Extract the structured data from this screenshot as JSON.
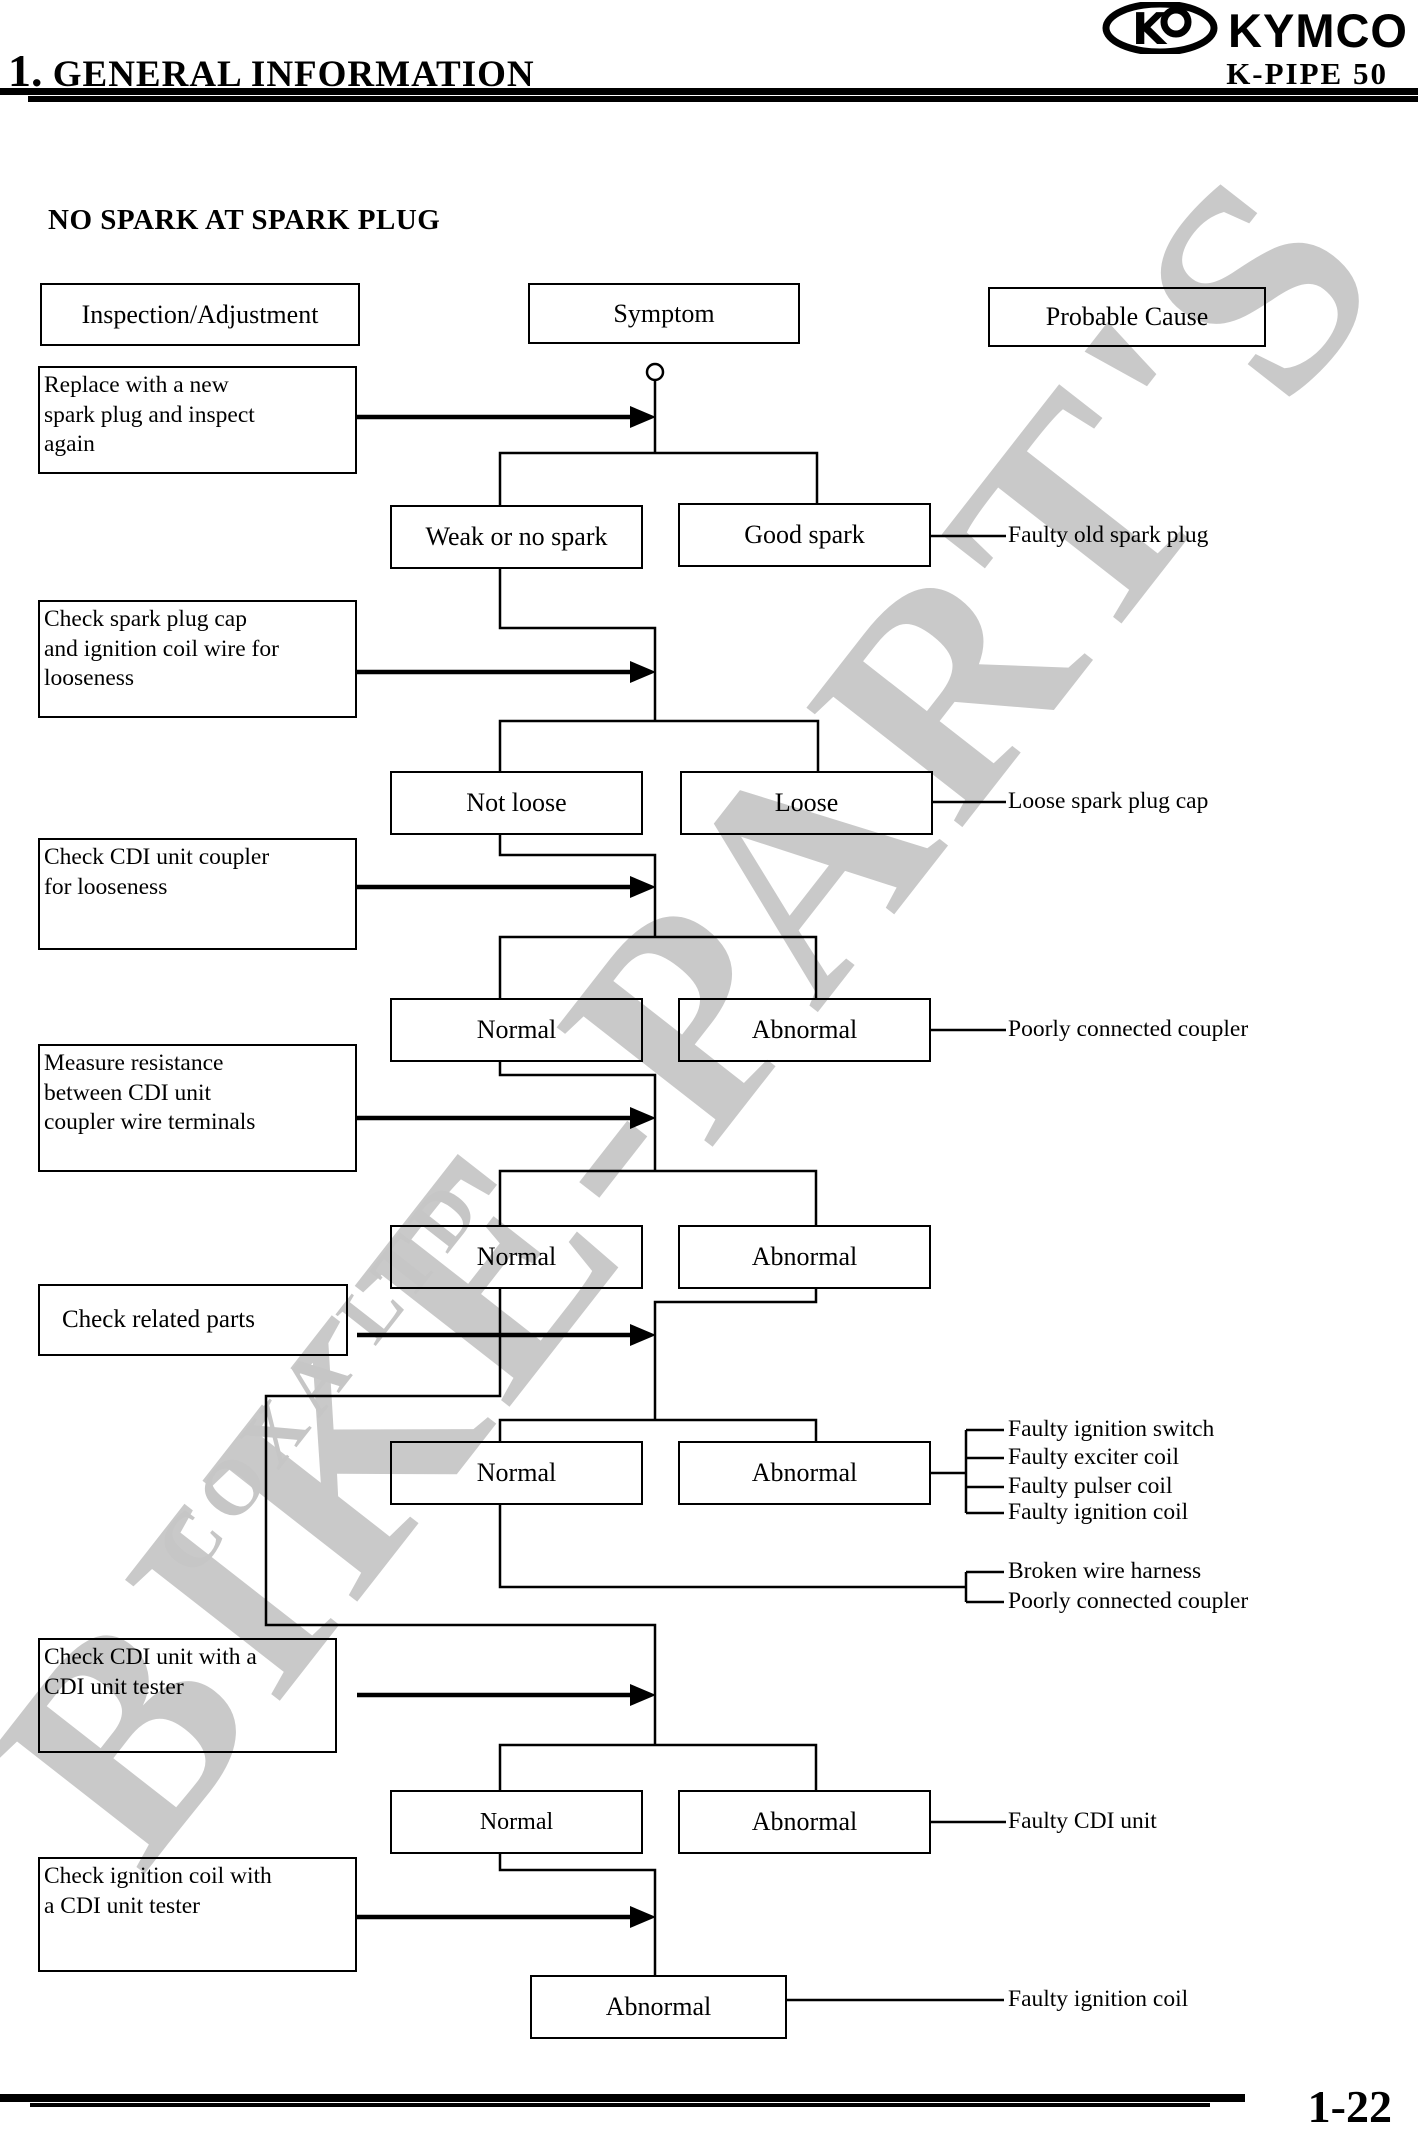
{
  "header": {
    "brand": "KYMCO",
    "section_number": "1.",
    "section_title": " GENERAL INFORMATION",
    "model": "K-PIPE 50"
  },
  "chart_title": "NO SPARK AT SPARK PLUG",
  "columns": {
    "inspection": "Inspection/Adjustment",
    "symptom": "Symptom",
    "cause": "Probable Cause"
  },
  "flow": {
    "steps": [
      {
        "lines": [
          "Replace with a new",
          "spark plug and inspect",
          "again"
        ]
      },
      {
        "lines": [
          "Check spark plug cap",
          "and ignition coil wire for",
          "looseness"
        ]
      },
      {
        "lines": [
          "Check CDI unit coupler",
          "for looseness"
        ]
      },
      {
        "lines": [
          "Measure resistance",
          "between CDI unit",
          "coupler wire terminals"
        ]
      },
      {
        "lines": [
          "Check related parts"
        ]
      },
      {
        "lines": [
          "Check CDI unit with a",
          "CDI unit tester"
        ]
      },
      {
        "lines": [
          "Check ignition coil with",
          "a CDI unit tester"
        ]
      }
    ],
    "results": [
      {
        "left": "Weak or no spark",
        "right": "Good spark",
        "cause": "Faulty old spark plug"
      },
      {
        "left": "Not loose",
        "right": "Loose",
        "cause": "Loose spark plug cap"
      },
      {
        "left": "Normal",
        "right": "Abnormal",
        "cause": "Poorly connected coupler"
      },
      {
        "left": "Normal",
        "right": "Abnormal"
      },
      {
        "left": "Normal",
        "right": "Abnormal",
        "abnormal_causes": [
          "Faulty ignition switch",
          "Faulty exciter coil",
          "Faulty pulser coil",
          "Faulty ignition coil"
        ],
        "normal_causes": [
          "Broken wire harness",
          "Poorly connected coupler"
        ]
      },
      {
        "left": "Normal",
        "right": "Abnormal",
        "cause": "Faulty CDI unit"
      },
      {
        "final": "Abnormal",
        "cause": "Faulty ignition coil"
      }
    ]
  },
  "watermark": {
    "primary": "BIKE-PART'S",
    "secondary": "COXA LTD"
  },
  "footer": {
    "page_number": "1-22"
  }
}
